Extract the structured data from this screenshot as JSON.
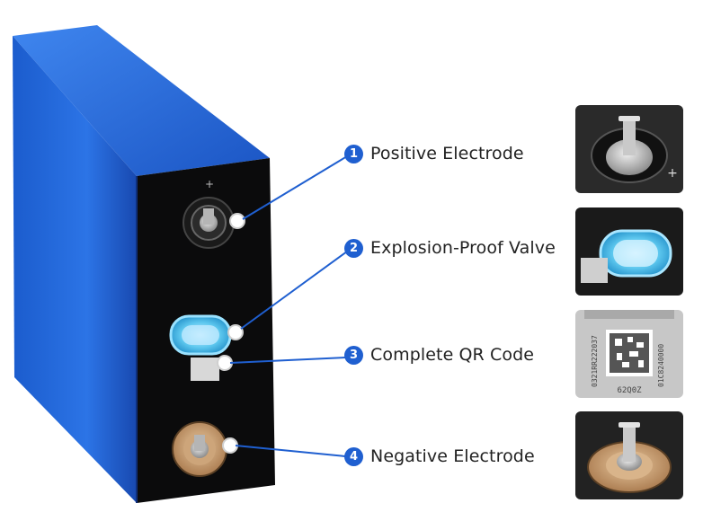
{
  "callouts": [
    {
      "number": "1",
      "label": "Positive Electrode"
    },
    {
      "number": "2",
      "label": "Explosion-Proof Valve"
    },
    {
      "number": "3",
      "label": "Complete QR Code"
    },
    {
      "number": "4",
      "label": "Negative Electrode"
    }
  ],
  "battery": {
    "top_mark": "+",
    "body_color": "#1e62d6",
    "face_color": "#0b0b0c"
  },
  "thumbnails": {
    "positive_mark": "+",
    "qr_text_left": "0321RR222037",
    "qr_text_right": "01C8240000",
    "qr_bottom": "62Q0Z"
  },
  "colors": {
    "accent": "#1f5fd0",
    "label": "#222222"
  }
}
